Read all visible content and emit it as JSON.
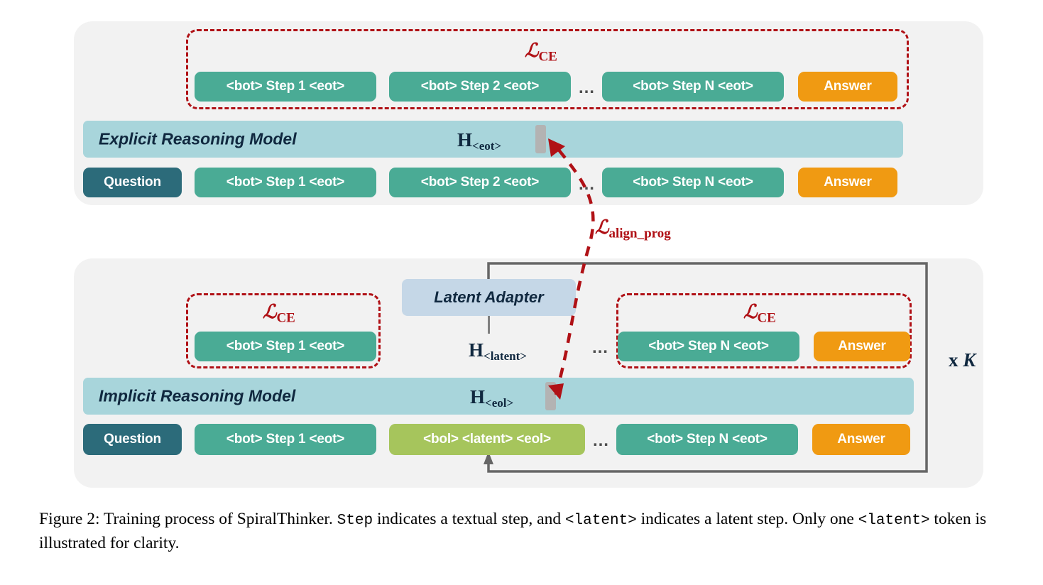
{
  "figure": {
    "caption_prefix": "Figure 2: Training process of SpiralThinker. ",
    "caption_mono_1": "Step",
    "caption_mid_1": " indicates a textual step, and ",
    "caption_mono_2": "<latent>",
    "caption_mid_2": " indicates a latent step. Only one ",
    "caption_mono_3": "<latent>",
    "caption_suffix": " token is illustrated for clarity."
  },
  "colors": {
    "panel_bg": "#f2f2f2",
    "teal": "#4aab95",
    "orange": "#f09a12",
    "navy": "#2c6b7a",
    "green": "#a6c55c",
    "model_bar": "#a8d5db",
    "adapter": "#c5d7e7",
    "loss_red": "#b01116",
    "loop_gray": "#666666",
    "hidden_cell": "#b3b3b3",
    "text_dark": "#10283f"
  },
  "explicit_panel": {
    "model_label": "Explicit Reasoning Model",
    "hidden_state": {
      "symbol": "H",
      "subscript": "<eot>"
    },
    "ce_loss": {
      "symbol": "ℒ",
      "subscript": "CE"
    },
    "target_row": [
      {
        "label": "<bot> Step 1 <eot>",
        "kind": "teal"
      },
      {
        "label": "<bot> Step 2 <eot>",
        "kind": "teal"
      },
      {
        "label": "…",
        "kind": "dots"
      },
      {
        "label": "<bot> Step N <eot>",
        "kind": "teal"
      },
      {
        "label": "Answer",
        "kind": "orange"
      }
    ],
    "input_row": [
      {
        "label": "Question",
        "kind": "navy"
      },
      {
        "label": "<bot> Step 1 <eot>",
        "kind": "teal"
      },
      {
        "label": "<bot> Step 2 <eot>",
        "kind": "teal"
      },
      {
        "label": "…",
        "kind": "dots"
      },
      {
        "label": "<bot> Step N <eot>",
        "kind": "teal"
      },
      {
        "label": "Answer",
        "kind": "orange"
      }
    ]
  },
  "implicit_panel": {
    "model_label": "Implicit Reasoning Model",
    "hidden_state": {
      "symbol": "H",
      "subscript": "<eol>"
    },
    "latent_state": {
      "symbol": "H",
      "subscript": "<latent>"
    },
    "adapter_label": "Latent Adapter",
    "ce_loss_left": {
      "symbol": "ℒ",
      "subscript": "CE"
    },
    "ce_loss_right": {
      "symbol": "ℒ",
      "subscript": "CE"
    },
    "repeat_label_prefix": "x ",
    "repeat_label_var": "K",
    "target_row": [
      {
        "label": "<bot> Step 1 <eot>",
        "kind": "teal"
      },
      {
        "label": "…",
        "kind": "dots"
      },
      {
        "label": "<bot> Step N <eot>",
        "kind": "teal"
      },
      {
        "label": "Answer",
        "kind": "orange"
      }
    ],
    "input_row": [
      {
        "label": "Question",
        "kind": "navy"
      },
      {
        "label": "<bot> Step 1 <eot>",
        "kind": "teal"
      },
      {
        "label": "<bol> <latent> <eol>",
        "kind": "green"
      },
      {
        "label": "…",
        "kind": "dots"
      },
      {
        "label": "<bot> Step N <eot>",
        "kind": "teal"
      },
      {
        "label": "Answer",
        "kind": "orange"
      }
    ]
  },
  "align_loss": {
    "symbol": "ℒ",
    "subscript": "align_prog"
  }
}
